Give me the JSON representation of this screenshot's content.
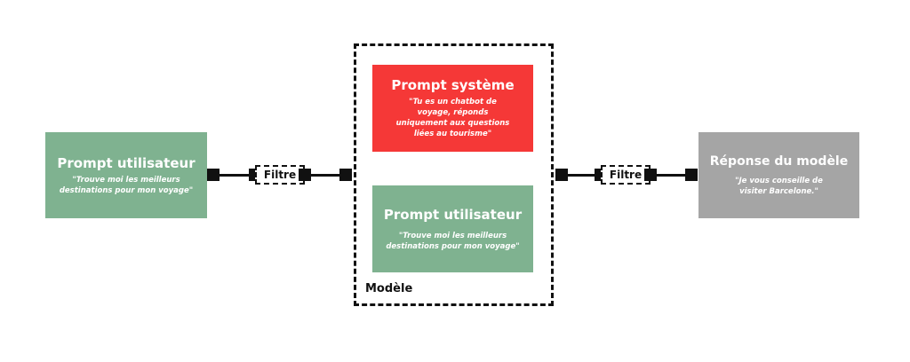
{
  "user_prompt_left": {
    "title": "Prompt utilisateur",
    "quote": "\"Trouve moi les meilleurs destinations pour mon voyage\""
  },
  "system_prompt": {
    "title": "Prompt système",
    "quote": "\"Tu es un chatbot de voyage, réponds uniquement aux questions liées au tourisme\""
  },
  "user_prompt_inner": {
    "title": "Prompt utilisateur",
    "quote": "\"Trouve moi les meilleurs destinations pour mon voyage\""
  },
  "response": {
    "title": "Réponse du modèle",
    "quote": "\"Je vous conseille de visiter Barcelone.\""
  },
  "filter_left": "Filtre",
  "filter_right": "Filtre",
  "model_label": "Modèle",
  "colors": {
    "user_prompt": "#7fb290",
    "system_prompt": "#f53837",
    "response": "#a5a5a5",
    "connector": "#111111"
  }
}
